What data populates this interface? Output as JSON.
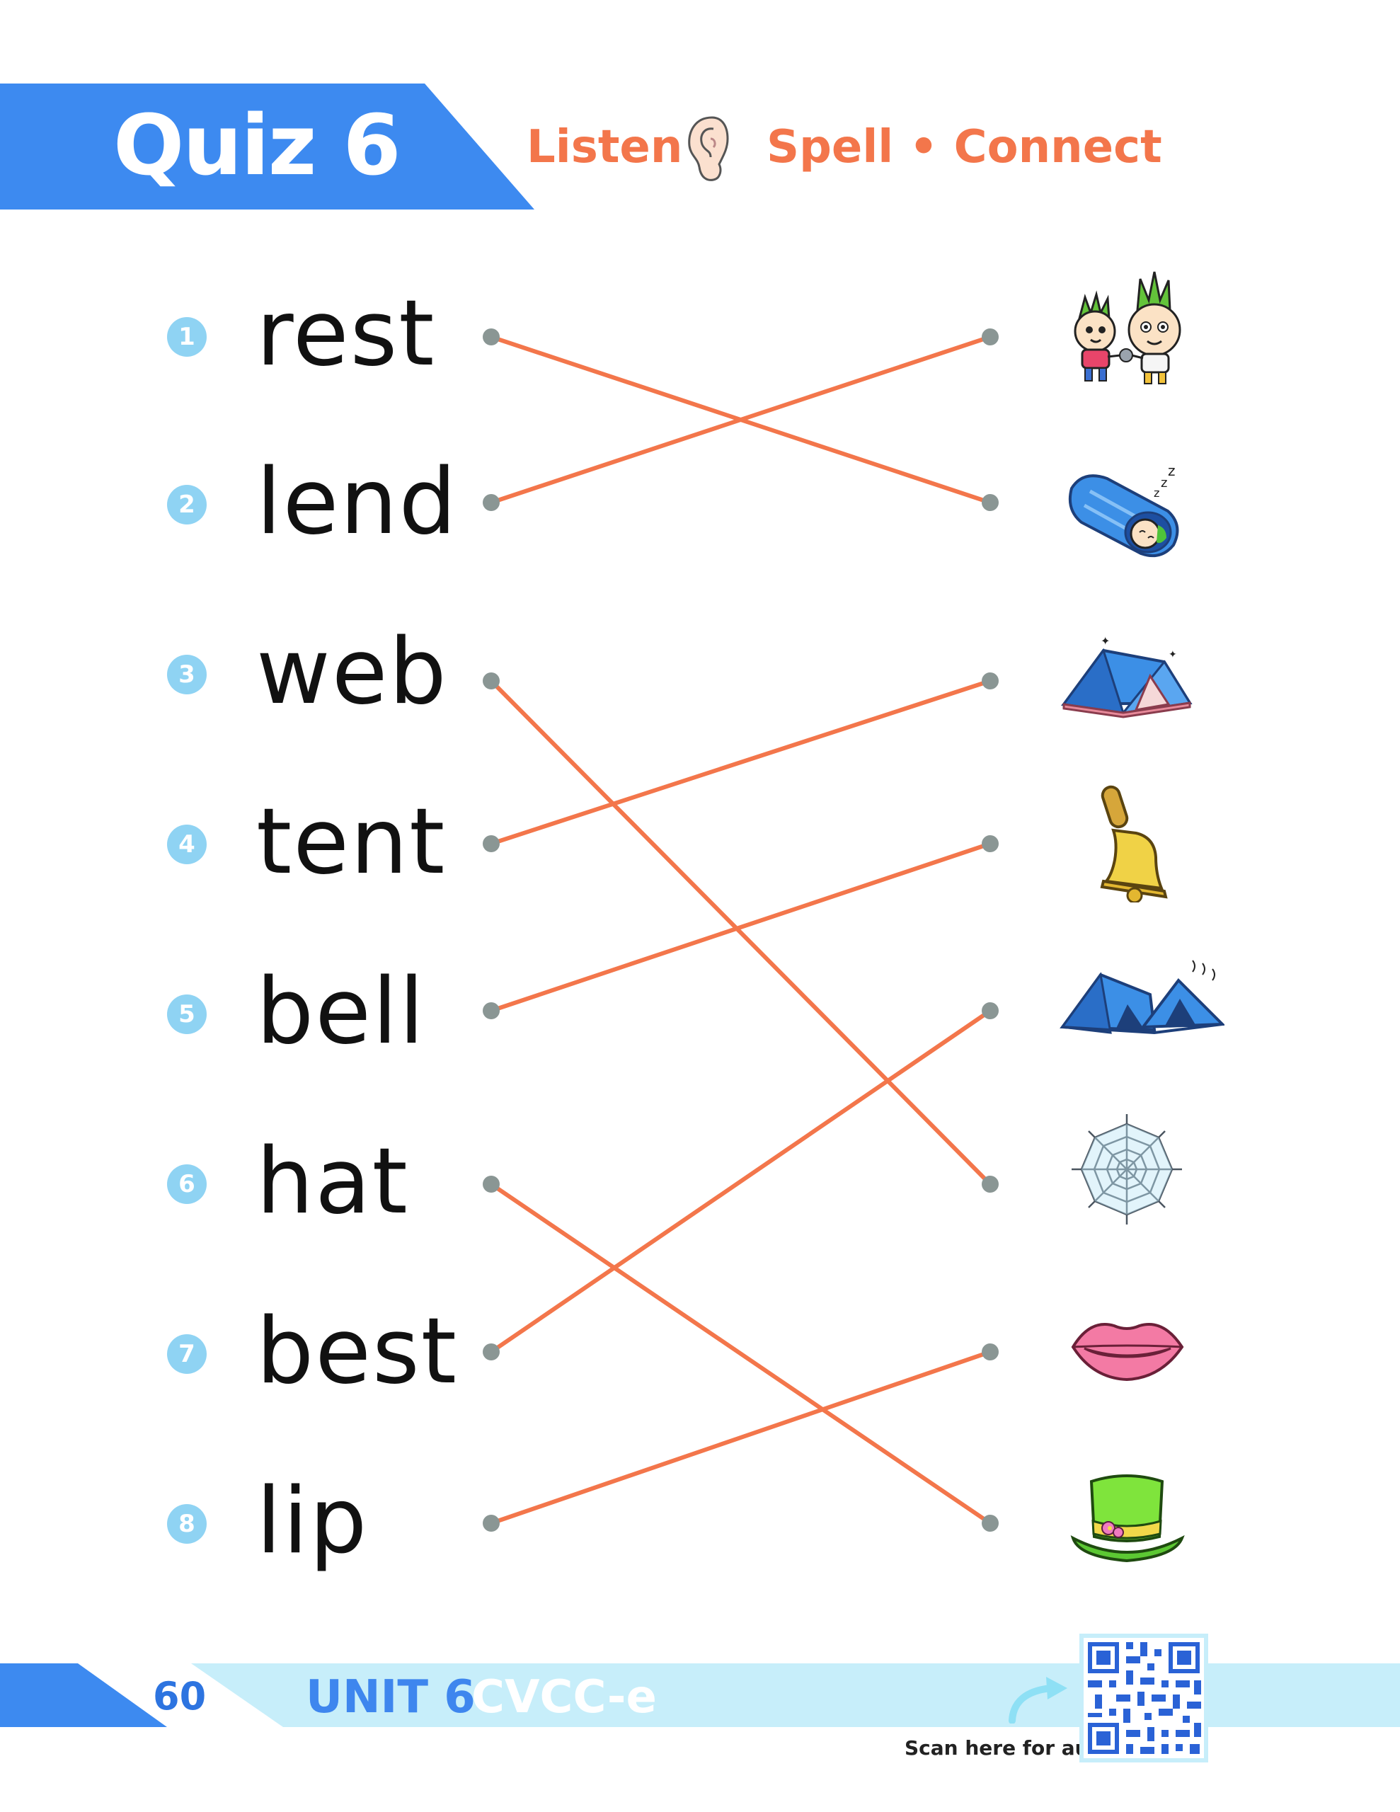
{
  "header": {
    "title": "Quiz 6",
    "instruction_listen": "Listen",
    "instruction_spell_connect": "Spell • Connect",
    "banner_color": "#3d8af0",
    "accent_color": "#f3764b"
  },
  "words": [
    {
      "number": "1",
      "text": "rest"
    },
    {
      "number": "2",
      "text": "lend"
    },
    {
      "number": "3",
      "text": "web"
    },
    {
      "number": "4",
      "text": "tent"
    },
    {
      "number": "5",
      "text": "bell"
    },
    {
      "number": "6",
      "text": "hat"
    },
    {
      "number": "7",
      "text": "best"
    },
    {
      "number": "8",
      "text": "lip"
    }
  ],
  "pictures": [
    "friends-sharing-icon",
    "sleeping-bag-icon",
    "tent-icon",
    "bell-icon",
    "two-tents-icon",
    "spider-web-icon",
    "lips-icon",
    "green-top-hat-icon"
  ],
  "connections": [
    {
      "word": 1,
      "picture": 2
    },
    {
      "word": 2,
      "picture": 1
    },
    {
      "word": 3,
      "picture": 6
    },
    {
      "word": 4,
      "picture": 3
    },
    {
      "word": 5,
      "picture": 4
    },
    {
      "word": 6,
      "picture": 8
    },
    {
      "word": 7,
      "picture": 5
    },
    {
      "word": 8,
      "picture": 7
    }
  ],
  "footer": {
    "page_number": "60",
    "unit": "UNIT 6",
    "topic": "CVCC-e",
    "scan_label": "Scan here for audio"
  }
}
